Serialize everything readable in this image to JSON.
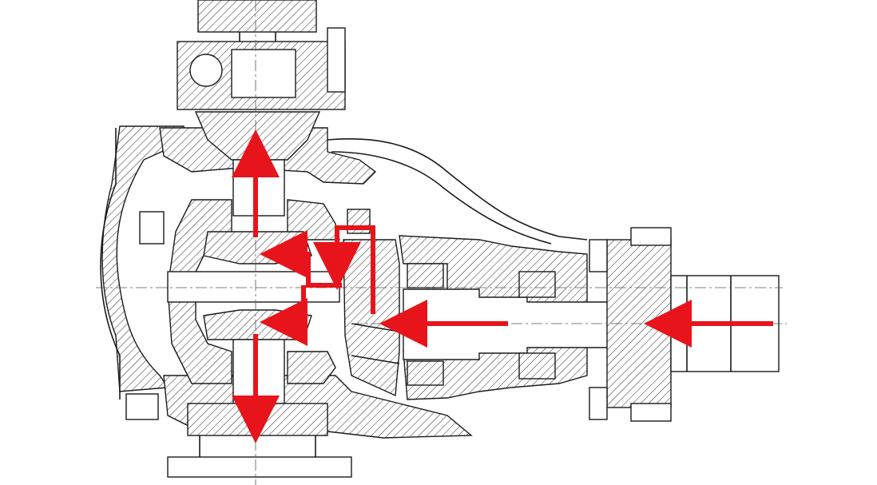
{
  "diagram": {
    "subject": "differential-and-pinion-cross-section",
    "style": "technical-line-drawing",
    "background_color": "#ffffff",
    "line_color": "#1a1a1a",
    "arrow_color": "#e8141b",
    "power_flow": [
      {
        "id": "input",
        "direction": "left",
        "from": "propeller-shaft-flange",
        "to": "pinion"
      },
      {
        "id": "pinion-to-ring",
        "direction": "left",
        "from": "pinion-shaft",
        "to": "ring-gear"
      },
      {
        "id": "ring-gear-route",
        "direction": "up-left-down",
        "from": "ring-gear",
        "to": "differential-case"
      },
      {
        "id": "cross-shaft",
        "direction": "left",
        "from": "differential-case",
        "to": "pinion-cross"
      },
      {
        "id": "to-upper-side-gear",
        "direction": "left",
        "from": "pinion-cross",
        "to": "upper-side-gear"
      },
      {
        "id": "to-lower-side-gear",
        "direction": "left",
        "from": "pinion-cross",
        "to": "lower-side-gear"
      },
      {
        "id": "output-up",
        "direction": "up",
        "from": "upper-side-gear",
        "to": "upper-axle-shaft"
      },
      {
        "id": "output-down",
        "direction": "down",
        "from": "lower-side-gear",
        "to": "lower-axle-shaft"
      }
    ]
  }
}
